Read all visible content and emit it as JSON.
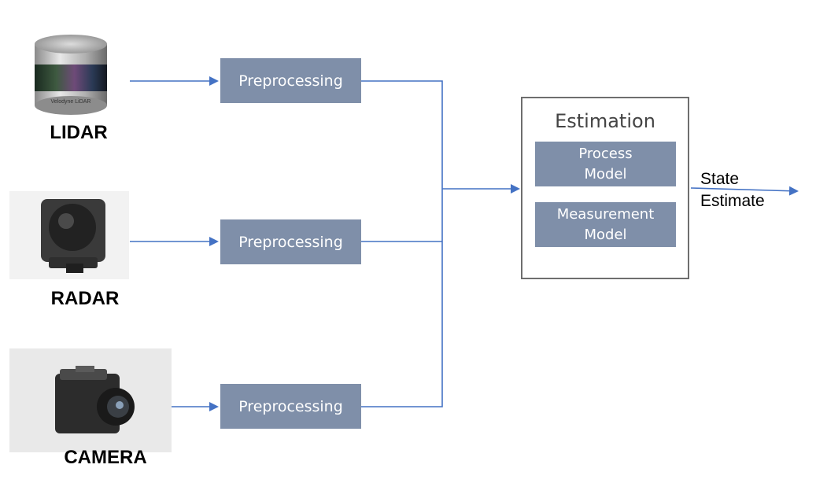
{
  "sensors": [
    {
      "label": "LIDAR",
      "icon": "lidar-sensor-icon",
      "brand_text": "Velodyne LiDAR"
    },
    {
      "label": "RADAR",
      "icon": "radar-sensor-icon"
    },
    {
      "label": "CAMERA",
      "icon": "camera-sensor-icon"
    }
  ],
  "preprocessing": [
    {
      "label": "Preprocessing"
    },
    {
      "label": "Preprocessing"
    },
    {
      "label": "Preprocessing"
    }
  ],
  "estimation": {
    "title": "Estimation",
    "process_model": "Process\nModel",
    "measurement_model": "Measurement\nModel"
  },
  "output": {
    "label": "State\nEstimate"
  },
  "colors": {
    "box_fill": "#7f8fa9",
    "arrow": "#4472c4",
    "frame": "#6e6e6e"
  }
}
